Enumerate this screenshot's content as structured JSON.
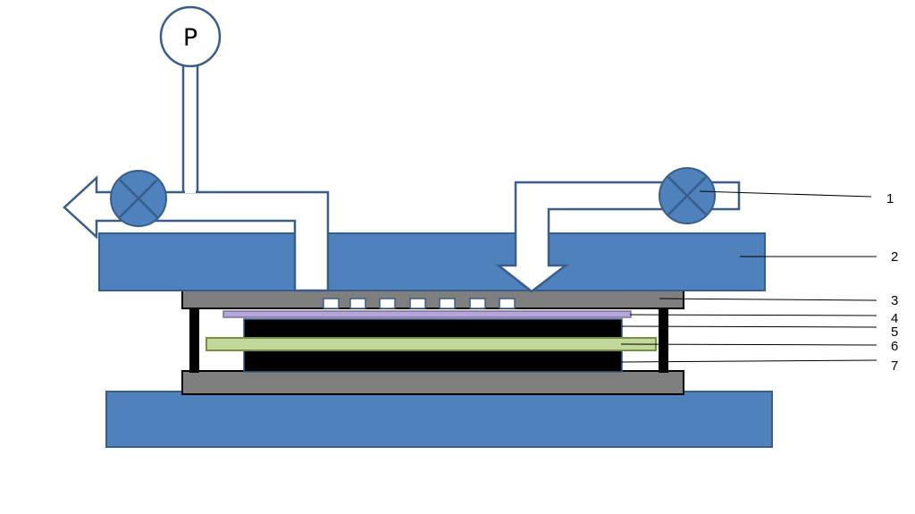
{
  "gauge": {
    "letter": "P",
    "icon": "pressure-gauge-icon"
  },
  "valves": {
    "icon": "valve-icon",
    "count": 2
  },
  "flow_arrows": {
    "outlet_icon": "arrow-left-icon",
    "inlet_icon": "arrow-down-icon"
  },
  "channel_slots": {
    "count": 7
  },
  "callouts": [
    {
      "label": "1"
    },
    {
      "label": "2"
    },
    {
      "label": "3"
    },
    {
      "label": "4"
    },
    {
      "label": "5"
    },
    {
      "label": "6"
    },
    {
      "label": "7"
    }
  ],
  "colors": {
    "press_blue": "#4f81bd",
    "outline_blue": "#385d8a",
    "plate_gray": "#7f7f7f",
    "purple_film": "#b4a7d6",
    "green_sheet": "#c3d69b",
    "stack_black": "#000000"
  }
}
